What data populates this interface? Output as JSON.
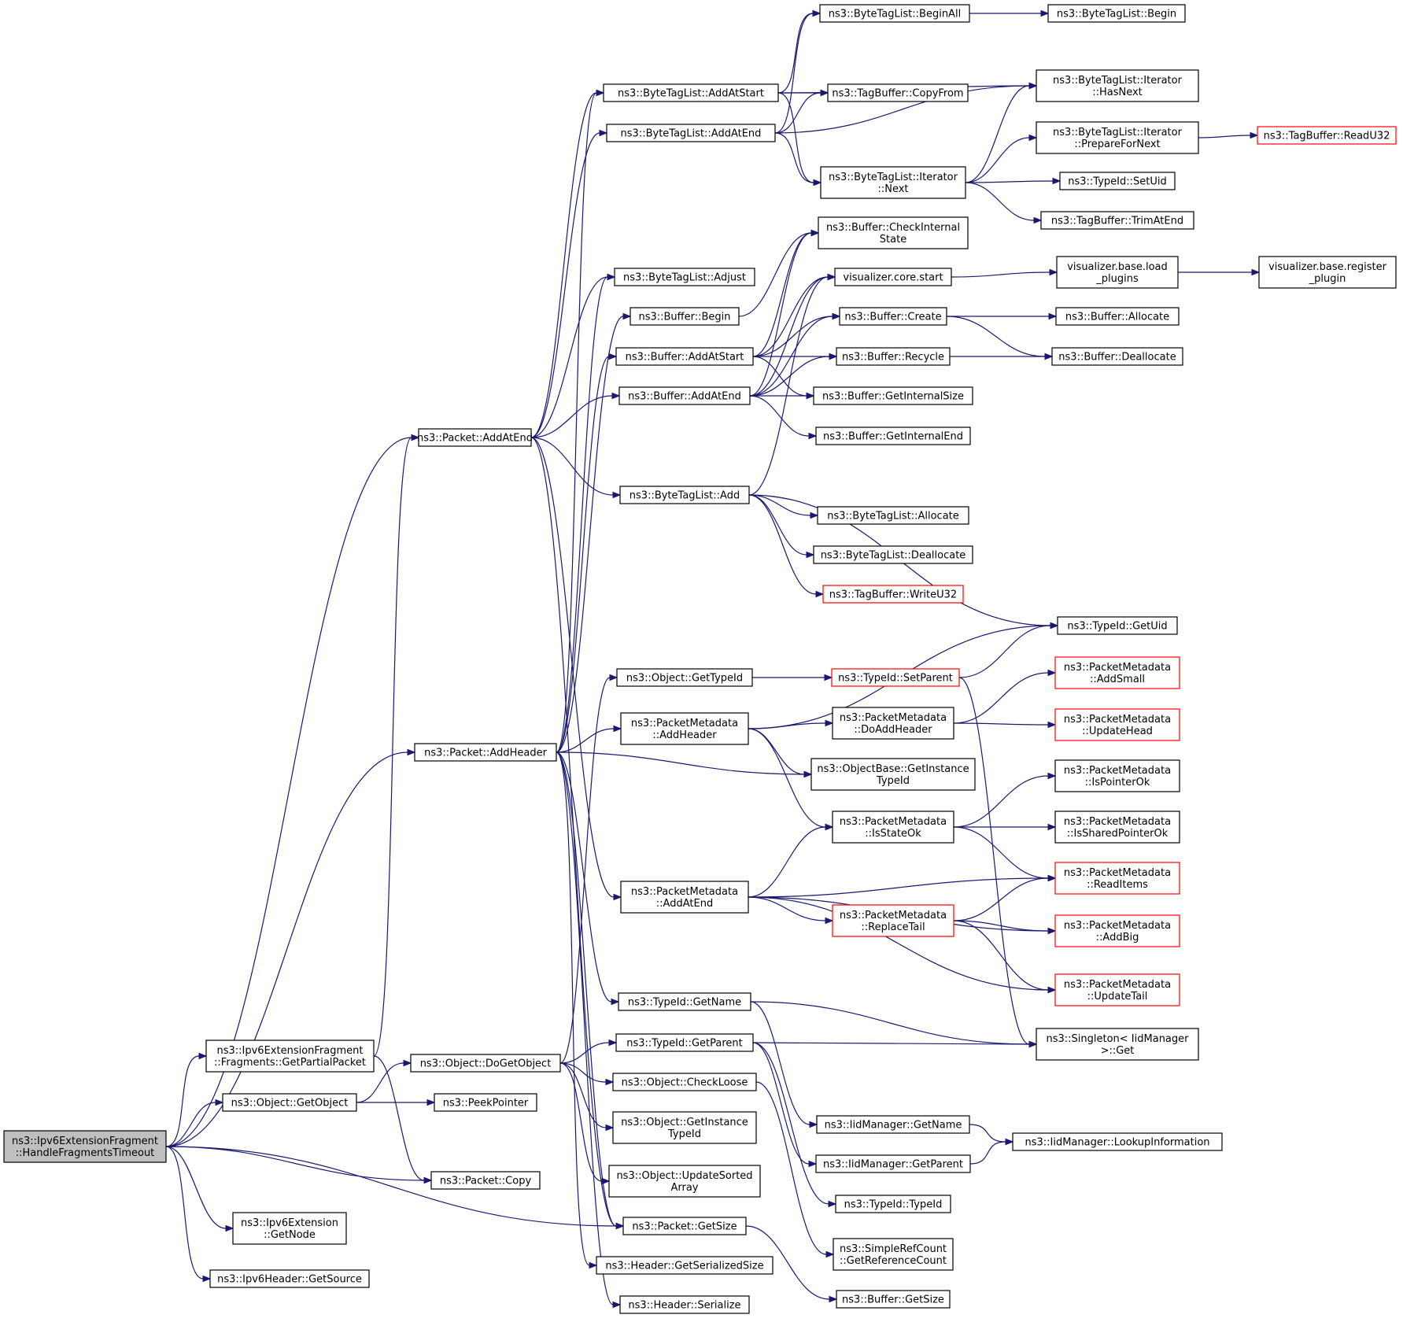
{
  "colors": {
    "edge": "#191970",
    "node_border": "#000000",
    "truncated_border": "#ff0000",
    "root_fill": "#bfbfbf"
  },
  "nodes": [
    {
      "id": "root",
      "lines": [
        "ns3::Ipv6ExtensionFragment",
        "::HandleFragmentsTimeout"
      ],
      "kind": "root"
    },
    {
      "id": "getpartial",
      "lines": [
        "ns3::Ipv6ExtensionFragment",
        "::Fragments::GetPartialPacket"
      ]
    },
    {
      "id": "getobject",
      "lines": [
        "ns3::Object::GetObject"
      ]
    },
    {
      "id": "ipv6getnode",
      "lines": [
        "ns3::Ipv6Extension",
        "::GetNode"
      ]
    },
    {
      "id": "ipv6getsource",
      "lines": [
        "ns3::Ipv6Header::GetSource"
      ]
    },
    {
      "id": "packetaddatend",
      "lines": [
        "ns3::Packet::AddAtEnd"
      ]
    },
    {
      "id": "packetaddheader",
      "lines": [
        "ns3::Packet::AddHeader"
      ]
    },
    {
      "id": "dogetobject",
      "lines": [
        "ns3::Object::DoGetObject"
      ]
    },
    {
      "id": "peekpointer",
      "lines": [
        "ns3::PeekPointer"
      ]
    },
    {
      "id": "packetcopy",
      "lines": [
        "ns3::Packet::Copy"
      ]
    },
    {
      "id": "btladdatstart",
      "lines": [
        "ns3::ByteTagList::AddAtStart"
      ]
    },
    {
      "id": "btladdatend",
      "lines": [
        "ns3::ByteTagList::AddAtEnd"
      ]
    },
    {
      "id": "btladjust",
      "lines": [
        "ns3::ByteTagList::Adjust"
      ]
    },
    {
      "id": "bufbegin",
      "lines": [
        "ns3::Buffer::Begin"
      ]
    },
    {
      "id": "bufaddatstart",
      "lines": [
        "ns3::Buffer::AddAtStart"
      ]
    },
    {
      "id": "bufaddatend",
      "lines": [
        "ns3::Buffer::AddAtEnd"
      ]
    },
    {
      "id": "btladd",
      "lines": [
        "ns3::ByteTagList::Add"
      ]
    },
    {
      "id": "objgettypeid",
      "lines": [
        "ns3::Object::GetTypeId"
      ]
    },
    {
      "id": "pmaddheader",
      "lines": [
        "ns3::PacketMetadata",
        "::AddHeader"
      ]
    },
    {
      "id": "pmaddatend",
      "lines": [
        "ns3::PacketMetadata",
        "::AddAtEnd"
      ]
    },
    {
      "id": "typeidgetname",
      "lines": [
        "ns3::TypeId::GetName"
      ]
    },
    {
      "id": "typeidgetparent",
      "lines": [
        "ns3::TypeId::GetParent"
      ]
    },
    {
      "id": "objcheckloose",
      "lines": [
        "ns3::Object::CheckLoose"
      ]
    },
    {
      "id": "objgetinstancetypeid",
      "lines": [
        "ns3::Object::GetInstance",
        "TypeId"
      ]
    },
    {
      "id": "objupdatesorted",
      "lines": [
        "ns3::Object::UpdateSorted",
        "Array"
      ]
    },
    {
      "id": "packetgetsize",
      "lines": [
        "ns3::Packet::GetSize"
      ]
    },
    {
      "id": "headergetserialized",
      "lines": [
        "ns3::Header::GetSerializedSize"
      ]
    },
    {
      "id": "headerserialize",
      "lines": [
        "ns3::Header::Serialize"
      ]
    },
    {
      "id": "btlbeginall",
      "lines": [
        "ns3::ByteTagList::BeginAll"
      ]
    },
    {
      "id": "tagbufcopyfrom",
      "lines": [
        "ns3::TagBuffer::CopyFrom"
      ]
    },
    {
      "id": "btliternext",
      "lines": [
        "ns3::ByteTagList::Iterator",
        "::Next"
      ]
    },
    {
      "id": "bufcheckinternal",
      "lines": [
        "ns3::Buffer::CheckInternal",
        "State"
      ]
    },
    {
      "id": "viscorestart",
      "lines": [
        "visualizer.core.start"
      ]
    },
    {
      "id": "bufcreate",
      "lines": [
        "ns3::Buffer::Create"
      ]
    },
    {
      "id": "bufrecycle",
      "lines": [
        "ns3::Buffer::Recycle"
      ]
    },
    {
      "id": "bufgetinternalsize",
      "lines": [
        "ns3::Buffer::GetInternalSize"
      ]
    },
    {
      "id": "bufgetinternalend",
      "lines": [
        "ns3::Buffer::GetInternalEnd"
      ]
    },
    {
      "id": "btlallocate",
      "lines": [
        "ns3::ByteTagList::Allocate"
      ]
    },
    {
      "id": "btldeallocate",
      "lines": [
        "ns3::ByteTagList::Deallocate"
      ]
    },
    {
      "id": "tagbufwriteu32",
      "lines": [
        "ns3::TagBuffer::WriteU32"
      ],
      "kind": "red"
    },
    {
      "id": "typeidsetparent",
      "lines": [
        "ns3::TypeId::SetParent"
      ],
      "kind": "red"
    },
    {
      "id": "pmdoaddheader",
      "lines": [
        "ns3::PacketMetadata",
        "::DoAddHeader"
      ]
    },
    {
      "id": "objbasegetinstance",
      "lines": [
        "ns3::ObjectBase::GetInstance",
        "TypeId"
      ]
    },
    {
      "id": "pmisstateok",
      "lines": [
        "ns3::PacketMetadata",
        "::IsStateOk"
      ]
    },
    {
      "id": "pmreplacetail",
      "lines": [
        "ns3::PacketMetadata",
        "::ReplaceTail"
      ],
      "kind": "red"
    },
    {
      "id": "iidgetname",
      "lines": [
        "ns3::IidManager::GetName"
      ]
    },
    {
      "id": "iidgetparent",
      "lines": [
        "ns3::IidManager::GetParent"
      ]
    },
    {
      "id": "typeidtypeid",
      "lines": [
        "ns3::TypeId::TypeId"
      ]
    },
    {
      "id": "simplerefcount",
      "lines": [
        "ns3::SimpleRefCount",
        "::GetReferenceCount"
      ]
    },
    {
      "id": "bufgetsize",
      "lines": [
        "ns3::Buffer::GetSize"
      ]
    },
    {
      "id": "btlbegin",
      "lines": [
        "ns3::ByteTagList::Begin"
      ]
    },
    {
      "id": "btliterhasnext",
      "lines": [
        "ns3::ByteTagList::Iterator",
        "::HasNext"
      ]
    },
    {
      "id": "btliterprepare",
      "lines": [
        "ns3::ByteTagList::Iterator",
        "::PrepareForNext"
      ]
    },
    {
      "id": "typeidsetuid",
      "lines": [
        "ns3::TypeId::SetUid"
      ]
    },
    {
      "id": "tagbuftrimatend",
      "lines": [
        "ns3::TagBuffer::TrimAtEnd"
      ]
    },
    {
      "id": "visbaseload",
      "lines": [
        "visualizer.base.load",
        "_plugins"
      ]
    },
    {
      "id": "bufallocate",
      "lines": [
        "ns3::Buffer::Allocate"
      ]
    },
    {
      "id": "bufdeallocate",
      "lines": [
        "ns3::Buffer::Deallocate"
      ]
    },
    {
      "id": "typeidgetuid",
      "lines": [
        "ns3::TypeId::GetUid"
      ]
    },
    {
      "id": "pmaddsmall",
      "lines": [
        "ns3::PacketMetadata",
        "::AddSmall"
      ],
      "kind": "red"
    },
    {
      "id": "pmupdatehead",
      "lines": [
        "ns3::PacketMetadata",
        "::UpdateHead"
      ],
      "kind": "red"
    },
    {
      "id": "pmispointerok",
      "lines": [
        "ns3::PacketMetadata",
        "::IsPointerOk"
      ]
    },
    {
      "id": "pmissharedpointerok",
      "lines": [
        "ns3::PacketMetadata",
        "::IsSharedPointerOk"
      ]
    },
    {
      "id": "pmreaditems",
      "lines": [
        "ns3::PacketMetadata",
        "::ReadItems"
      ],
      "kind": "red"
    },
    {
      "id": "pmaddbig",
      "lines": [
        "ns3::PacketMetadata",
        "::AddBig"
      ],
      "kind": "red"
    },
    {
      "id": "pmupdatetail",
      "lines": [
        "ns3::PacketMetadata",
        "::UpdateTail"
      ],
      "kind": "red"
    },
    {
      "id": "singletonget",
      "lines": [
        "ns3::Singleton< IidManager",
        ">::Get"
      ]
    },
    {
      "id": "iidlookup",
      "lines": [
        "ns3::IidManager::LookupInformation"
      ]
    },
    {
      "id": "tagbufreadu32",
      "lines": [
        "ns3::TagBuffer::ReadU32"
      ],
      "kind": "red"
    },
    {
      "id": "visbaseregister",
      "lines": [
        "visualizer.base.register",
        "_plugin"
      ]
    }
  ],
  "edges": [
    [
      "root",
      "getpartial"
    ],
    [
      "root",
      "getobject"
    ],
    [
      "root",
      "ipv6getnode"
    ],
    [
      "root",
      "ipv6getsource"
    ],
    [
      "root",
      "packetaddatend"
    ],
    [
      "root",
      "packetaddheader"
    ],
    [
      "root",
      "packetcopy"
    ],
    [
      "root",
      "packetgetsize"
    ],
    [
      "getpartial",
      "packetaddatend"
    ],
    [
      "getpartial",
      "packetcopy"
    ],
    [
      "getobject",
      "dogetobject"
    ],
    [
      "getobject",
      "peekpointer"
    ],
    [
      "packetaddatend",
      "btladdatstart"
    ],
    [
      "packetaddatend",
      "btladdatend"
    ],
    [
      "packetaddatend",
      "btladjust"
    ],
    [
      "packetaddatend",
      "bufaddatend"
    ],
    [
      "packetaddatend",
      "btladd"
    ],
    [
      "packetaddatend",
      "pmaddatend"
    ],
    [
      "packetaddatend",
      "packetgetsize"
    ],
    [
      "packetaddheader",
      "btladdatstart"
    ],
    [
      "packetaddheader",
      "btladjust"
    ],
    [
      "packetaddheader",
      "bufbegin"
    ],
    [
      "packetaddheader",
      "bufaddatstart"
    ],
    [
      "packetaddheader",
      "pmaddheader"
    ],
    [
      "packetaddheader",
      "objbasegetinstance"
    ],
    [
      "packetaddheader",
      "typeidgetname"
    ],
    [
      "packetaddheader",
      "packetgetsize"
    ],
    [
      "packetaddheader",
      "headergetserialized"
    ],
    [
      "packetaddheader",
      "headerserialize"
    ],
    [
      "dogetobject",
      "objgettypeid"
    ],
    [
      "dogetobject",
      "typeidgetparent"
    ],
    [
      "dogetobject",
      "objcheckloose"
    ],
    [
      "dogetobject",
      "objgetinstancetypeid"
    ],
    [
      "dogetobject",
      "objupdatesorted"
    ],
    [
      "btladdatstart",
      "btlbeginall"
    ],
    [
      "btladdatstart",
      "tagbufcopyfrom"
    ],
    [
      "btladdatstart",
      "btliterhasnext"
    ],
    [
      "btladdatstart",
      "btliternext"
    ],
    [
      "btladdatend",
      "btlbeginall"
    ],
    [
      "btladdatend",
      "tagbufcopyfrom"
    ],
    [
      "btladdatend",
      "btliterhasnext"
    ],
    [
      "btladdatend",
      "btliternext"
    ],
    [
      "bufbegin",
      "bufcheckinternal"
    ],
    [
      "bufaddatstart",
      "bufcheckinternal"
    ],
    [
      "bufaddatstart",
      "viscorestart"
    ],
    [
      "bufaddatstart",
      "bufcreate"
    ],
    [
      "bufaddatstart",
      "bufrecycle"
    ],
    [
      "bufaddatstart",
      "bufgetinternalsize"
    ],
    [
      "bufaddatend",
      "bufcheckinternal"
    ],
    [
      "bufaddatend",
      "viscorestart"
    ],
    [
      "bufaddatend",
      "bufcreate"
    ],
    [
      "bufaddatend",
      "bufrecycle"
    ],
    [
      "bufaddatend",
      "bufgetinternalsize"
    ],
    [
      "bufaddatend",
      "bufgetinternalend"
    ],
    [
      "btladd",
      "viscorestart"
    ],
    [
      "btladd",
      "btlallocate"
    ],
    [
      "btladd",
      "btldeallocate"
    ],
    [
      "btladd",
      "tagbufwriteu32"
    ],
    [
      "btladd",
      "typeidgetuid"
    ],
    [
      "objgettypeid",
      "typeidsetparent"
    ],
    [
      "pmaddheader",
      "typeidgetuid"
    ],
    [
      "pmaddheader",
      "pmdoaddheader"
    ],
    [
      "pmaddheader",
      "objbasegetinstance"
    ],
    [
      "pmaddheader",
      "pmisstateok"
    ],
    [
      "pmaddatend",
      "pmisstateok"
    ],
    [
      "pmaddatend",
      "pmreaditems"
    ],
    [
      "pmaddatend",
      "pmreplacetail"
    ],
    [
      "pmaddatend",
      "pmaddbig"
    ],
    [
      "pmaddatend",
      "pmupdatetail"
    ],
    [
      "typeidgetname",
      "singletonget"
    ],
    [
      "typeidgetname",
      "iidgetname"
    ],
    [
      "typeidgetparent",
      "singletonget"
    ],
    [
      "typeidgetparent",
      "iidgetparent"
    ],
    [
      "typeidgetparent",
      "typeidtypeid"
    ],
    [
      "objcheckloose",
      "simplerefcount"
    ],
    [
      "packetgetsize",
      "bufgetsize"
    ],
    [
      "btlbeginall",
      "btlbegin"
    ],
    [
      "btliternext",
      "btliterhasnext"
    ],
    [
      "btliternext",
      "btliterprepare"
    ],
    [
      "btliternext",
      "typeidsetuid"
    ],
    [
      "btliternext",
      "tagbuftrimatend"
    ],
    [
      "viscorestart",
      "visbaseload"
    ],
    [
      "bufcreate",
      "bufallocate"
    ],
    [
      "bufcreate",
      "bufdeallocate"
    ],
    [
      "bufrecycle",
      "bufdeallocate"
    ],
    [
      "typeidsetparent",
      "typeidgetuid"
    ],
    [
      "typeidsetparent",
      "singletonget"
    ],
    [
      "pmdoaddheader",
      "pmaddsmall"
    ],
    [
      "pmdoaddheader",
      "pmupdatehead"
    ],
    [
      "pmisstateok",
      "pmispointerok"
    ],
    [
      "pmisstateok",
      "pmissharedpointerok"
    ],
    [
      "pmisstateok",
      "pmreaditems"
    ],
    [
      "pmreplacetail",
      "pmreaditems"
    ],
    [
      "pmreplacetail",
      "pmaddbig"
    ],
    [
      "pmreplacetail",
      "pmupdatetail"
    ],
    [
      "iidgetname",
      "iidlookup"
    ],
    [
      "iidgetparent",
      "iidlookup"
    ],
    [
      "btliterprepare",
      "tagbufreadu32"
    ],
    [
      "visbaseload",
      "visbaseregister"
    ]
  ]
}
